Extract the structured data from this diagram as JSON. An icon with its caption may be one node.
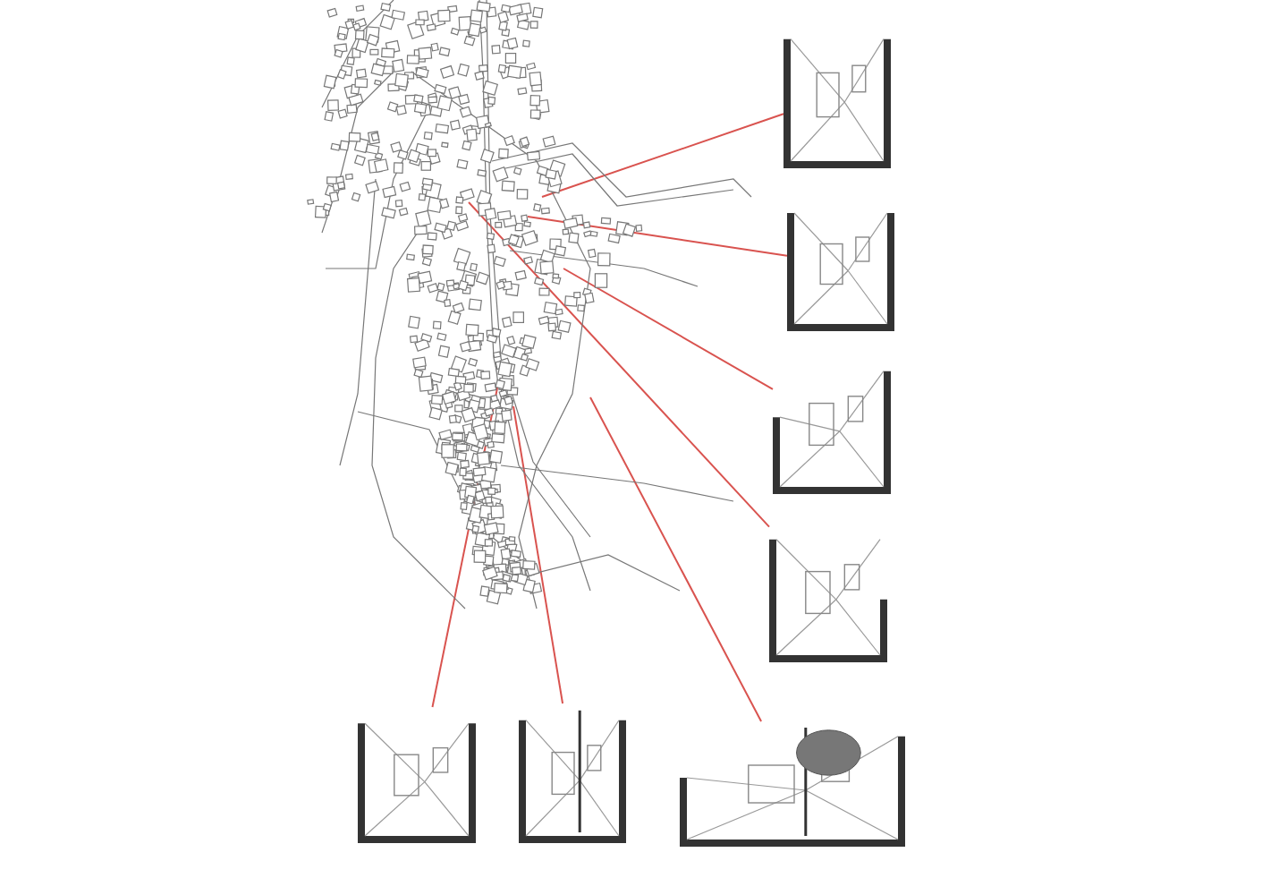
{
  "diagram": {
    "nodes": [
      {
        "text": [],
        "shape": "picture"
      },
      {
        "text": [],
        "shape": "picture"
      },
      {
        "text": [],
        "shape": "picture"
      },
      {
        "text": [],
        "shape": "picture"
      },
      {
        "text": [],
        "shape": "picture"
      },
      {
        "text": [],
        "shape": "picture"
      },
      {
        "text": [],
        "shape": "picture"
      },
      {
        "text": [],
        "shape": "picture"
      }
    ],
    "edges": [
      {
        "from": 0,
        "to": 1,
        "arrow": "none"
      },
      {
        "from": 0,
        "to": 2,
        "arrow": "none"
      },
      {
        "from": 0,
        "to": 3,
        "arrow": "none"
      },
      {
        "from": 0,
        "to": 4,
        "arrow": "none"
      },
      {
        "from": 0,
        "to": 5,
        "arrow": "none"
      },
      {
        "from": 0,
        "to": 6,
        "arrow": "none"
      },
      {
        "from": 0,
        "to": 7,
        "arrow": "none"
      }
    ]
  }
}
